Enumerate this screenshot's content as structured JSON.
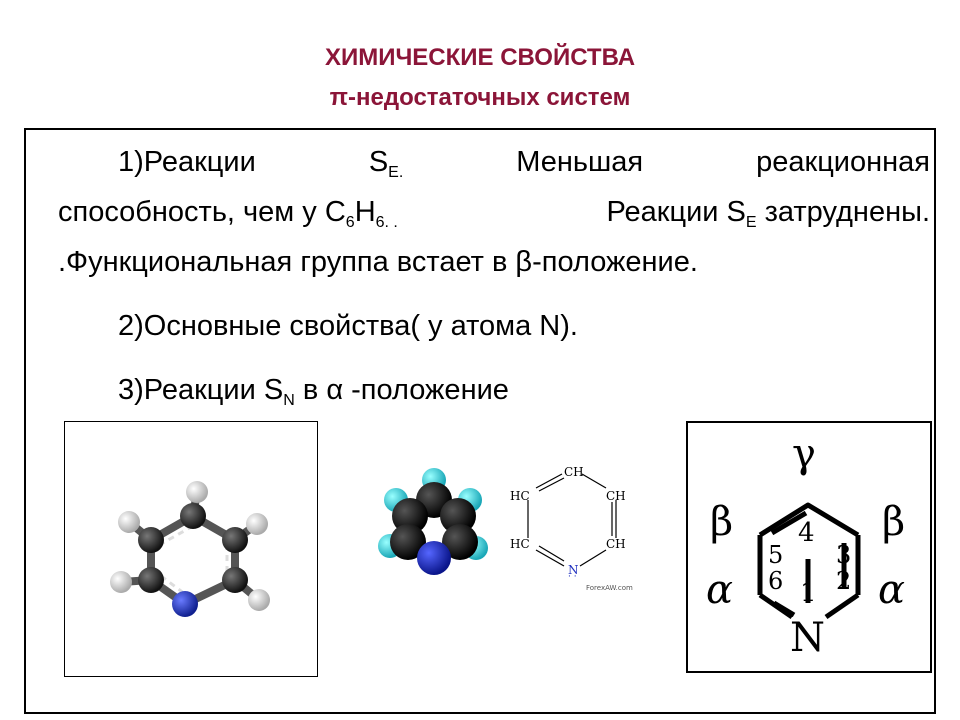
{
  "header": {
    "line1": "ХИМИЧЕСКИЕ СВОЙСТВА",
    "line2": "π-недостаточных систем"
  },
  "body": {
    "p1": {
      "number": "1)Реакции",
      "se_base": "S",
      "se_sub": "E.",
      "w1": "Меньшая",
      "w2": "реакционная",
      "l2a": "способность, чем у С",
      "c_sub": "6",
      "h": "Н",
      "h_sub": "6.",
      "dot": " .",
      "l2b": "Реакции S",
      "se2_sub": "E",
      "l2c": " затруднены.",
      "l3": ".Функциональная группа встает в β-положение."
    },
    "p2": "2)Основные свойства( у атома N).",
    "p3": {
      "pre": "3)Реакции S",
      "sub": "N",
      "mid": " в ",
      "alpha": "α",
      "post": " -положение"
    }
  },
  "figure_formula": {
    "ch_top": "CH",
    "hc_left_top": "HC",
    "ch_right_top": "CH",
    "hc_left_bottom": "HC",
    "ch_right_bottom": "CH",
    "n": "N",
    "credit": "ForexAW.com"
  },
  "figure_numbered": {
    "gamma": "γ",
    "beta_left": "β",
    "beta_right": "β",
    "alpha_left": "α",
    "alpha_right": "α",
    "n4": "4",
    "n5": "5",
    "n6": "6",
    "n3": "3",
    "n2": "2",
    "n1": "1",
    "atom": "N"
  },
  "colors": {
    "title": "#8b1538",
    "nitrogen": "#1f2fbf",
    "hydrogen_spacefill": "#39c6d6",
    "carbon": "#2a2a2a"
  }
}
